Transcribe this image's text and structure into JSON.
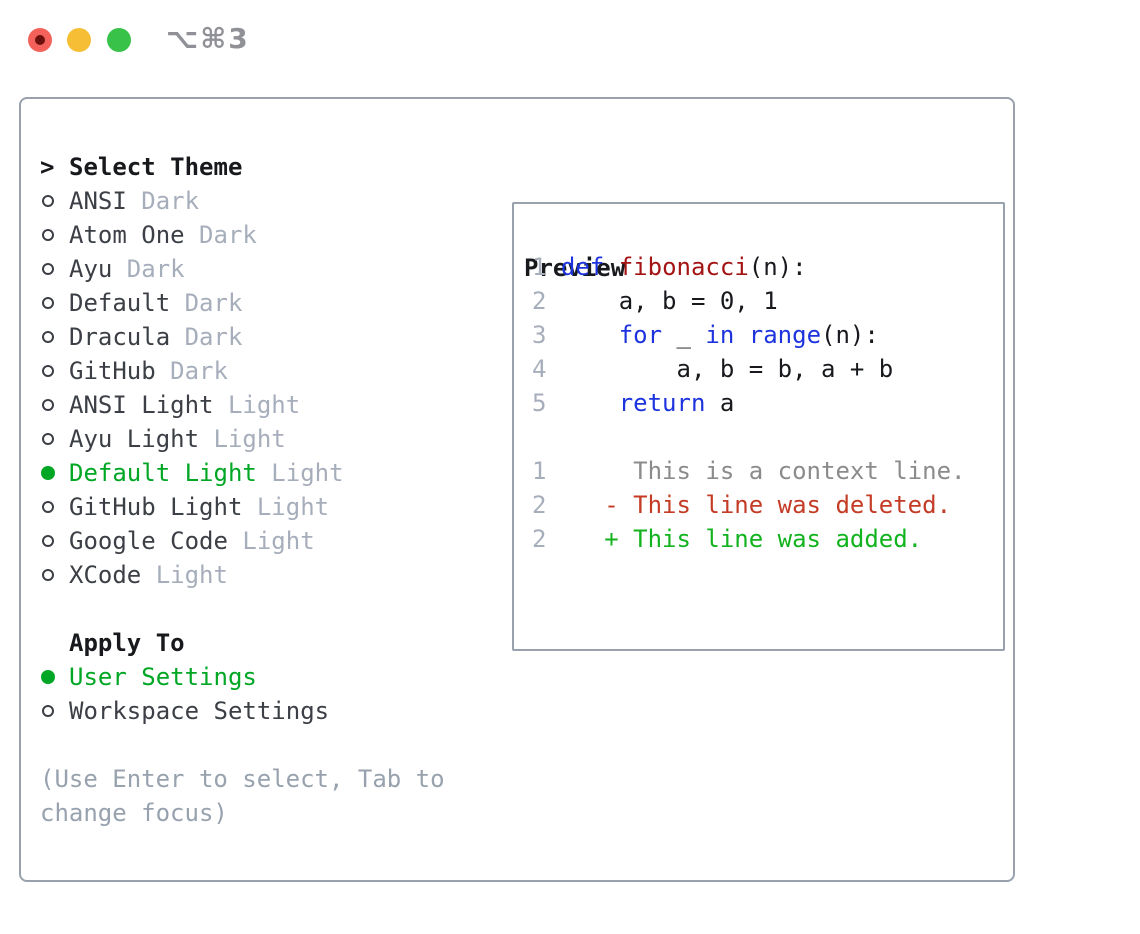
{
  "window": {
    "shortcut_label": "⌥⌘3"
  },
  "colors": {
    "border": "#98a1ad",
    "heading": "#17191d",
    "item": "#3c4046",
    "tag": "#a7aebb",
    "hint": "#98a2ae",
    "accent": "#00a724",
    "linenum": "#a7aebb",
    "code": "#17191d",
    "keyword": "#1d33dd",
    "function": "#a31414",
    "context": "#8b8b8b",
    "deleted": "#c43b26",
    "added": "#12b31e",
    "tl_red": "#f4605a",
    "tl_red_dot": "#6e0f0f",
    "tl_yellow": "#f6be35",
    "tl_green": "#38c24a",
    "shortcut": "#909197"
  },
  "theme_picker": {
    "title_marker": ">",
    "title": "Select Theme",
    "items": [
      {
        "label": "ANSI",
        "tag": "Dark",
        "selected": false
      },
      {
        "label": "Atom One",
        "tag": "Dark",
        "selected": false
      },
      {
        "label": "Ayu",
        "tag": "Dark",
        "selected": false
      },
      {
        "label": "Default",
        "tag": "Dark",
        "selected": false
      },
      {
        "label": "Dracula",
        "tag": "Dark",
        "selected": false
      },
      {
        "label": "GitHub",
        "tag": "Dark",
        "selected": false
      },
      {
        "label": "ANSI Light",
        "tag": "Light",
        "selected": false
      },
      {
        "label": "Ayu Light",
        "tag": "Light",
        "selected": false
      },
      {
        "label": "Default Light",
        "tag": "Light",
        "selected": true
      },
      {
        "label": "GitHub Light",
        "tag": "Light",
        "selected": false
      },
      {
        "label": "Google Code",
        "tag": "Light",
        "selected": false
      },
      {
        "label": "XCode",
        "tag": "Light",
        "selected": false
      }
    ],
    "apply_to": {
      "title": "Apply To",
      "options": [
        {
          "label": "User Settings",
          "selected": true
        },
        {
          "label": "Workspace Settings",
          "selected": false
        }
      ]
    },
    "hint_line1": "(Use Enter to select, Tab to",
    "hint_line2": "change focus)"
  },
  "preview": {
    "title": "Preview",
    "code_lines": [
      {
        "num": "1",
        "tokens": [
          {
            "t": "def",
            "c": "keyword"
          },
          {
            "t": " "
          },
          {
            "t": "fibonacci",
            "c": "function"
          },
          {
            "t": "(n):"
          }
        ]
      },
      {
        "num": "2",
        "tokens": [
          {
            "t": "    a, b = 0, 1"
          }
        ]
      },
      {
        "num": "3",
        "tokens": [
          {
            "t": "    "
          },
          {
            "t": "for",
            "c": "keyword"
          },
          {
            "t": " _ "
          },
          {
            "t": "in",
            "c": "keyword"
          },
          {
            "t": " "
          },
          {
            "t": "range",
            "c": "keyword"
          },
          {
            "t": "(n):"
          }
        ]
      },
      {
        "num": "4",
        "tokens": [
          {
            "t": "        a, b = b, a + b"
          }
        ]
      },
      {
        "num": "5",
        "tokens": [
          {
            "t": "    "
          },
          {
            "t": "return",
            "c": "keyword"
          },
          {
            "t": " a"
          }
        ]
      }
    ],
    "diff_lines": [
      {
        "num": "1",
        "text": "      This is a context line.",
        "kind": "context"
      },
      {
        "num": "2",
        "text": "    - This line was deleted.",
        "kind": "deleted"
      },
      {
        "num": "2",
        "text": "    + This line was added.",
        "kind": "added"
      }
    ]
  }
}
